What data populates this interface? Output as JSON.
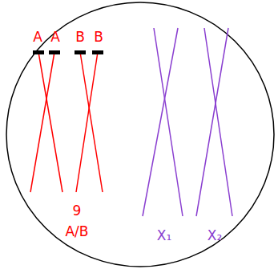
{
  "diagram": {
    "labels": [
      "A",
      "A",
      "B",
      "B",
      "9",
      "A/B",
      "X₁",
      "X₂"
    ]
  }
}
